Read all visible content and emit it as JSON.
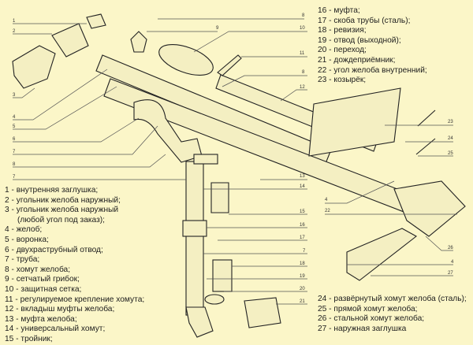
{
  "legend_left": [
    {
      "num": "1",
      "text": "внутренняя заглушка;"
    },
    {
      "num": "2",
      "text": "угольник желоба наружный;"
    },
    {
      "num": "3",
      "text": "угольник желоба наружный"
    },
    {
      "num": "",
      "text": "(любой угол под заказ);"
    },
    {
      "num": "4",
      "text": "желоб;"
    },
    {
      "num": "5",
      "text": "воронка;"
    },
    {
      "num": "6",
      "text": "двухраструбный отвод;"
    },
    {
      "num": "7",
      "text": "труба;"
    },
    {
      "num": "8",
      "text": "хомут желоба;"
    },
    {
      "num": "9",
      "text": "сетчатый грибок;"
    },
    {
      "num": "10",
      "text": "защитная сетка;"
    },
    {
      "num": "11",
      "text": "регулируемое крепление хомута;"
    },
    {
      "num": "12",
      "text": "вкладыш муфты желоба;"
    },
    {
      "num": "13",
      "text": "муфта желоба;"
    },
    {
      "num": "14",
      "text": "универсальный хомут;"
    },
    {
      "num": "15",
      "text": "тройник;"
    }
  ],
  "legend_top_right": [
    {
      "num": "16",
      "text": "муфта;"
    },
    {
      "num": "17",
      "text": "скоба трубы (сталь);"
    },
    {
      "num": "18",
      "text": "ревизия;"
    },
    {
      "num": "19",
      "text": "отвод (выходной);"
    },
    {
      "num": "20",
      "text": "переход;"
    },
    {
      "num": "21",
      "text": "дождеприёмник;"
    },
    {
      "num": "22",
      "text": "угол желоба внутренний;"
    },
    {
      "num": "23",
      "text": "козырёк;"
    }
  ],
  "legend_bottom_right": [
    {
      "num": "24",
      "text": "развёрнутый хомут желоба (сталь);"
    },
    {
      "num": "25",
      "text": "прямой хомут желоба;"
    },
    {
      "num": "26",
      "text": "стальной хомут желоба;"
    },
    {
      "num": "27",
      "text": "наружная заглушка"
    }
  ],
  "callouts_left": [
    "1",
    "2",
    "3",
    "4",
    "5",
    "6",
    "7",
    "8",
    "7"
  ],
  "callouts_top": [
    "8",
    "9",
    "10",
    "11",
    "8",
    "12"
  ],
  "callouts_mid": [
    "13",
    "14",
    "15",
    "16",
    "17",
    "7",
    "18",
    "19",
    "20",
    "21"
  ],
  "callouts_right": [
    "23",
    "24",
    "25",
    "4",
    "22",
    "26",
    "4",
    "27"
  ]
}
